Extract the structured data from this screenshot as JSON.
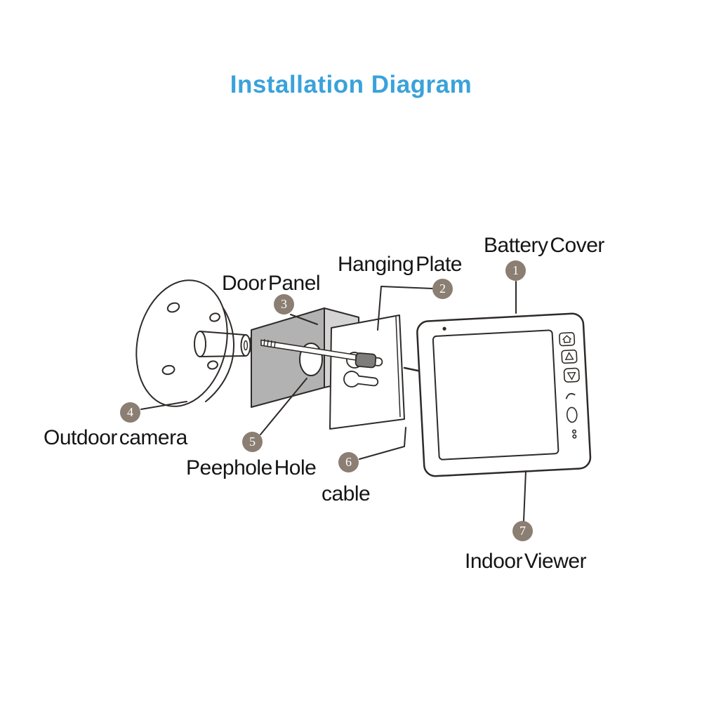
{
  "title": "Installation Diagram",
  "colors": {
    "title": "#3aa2da",
    "badge": "#8b7e72",
    "panel_front": "#b2b2b2",
    "panel_side": "#d4d4d4",
    "screw_head": "#7d7d7d",
    "line": "#2e2a28"
  },
  "parts": [
    {
      "num": "1",
      "label": "Battery Cover"
    },
    {
      "num": "2",
      "label": "Hanging Plate"
    },
    {
      "num": "3",
      "label": "Door Panel"
    },
    {
      "num": "4",
      "label": "Outdoor camera"
    },
    {
      "num": "5",
      "label": "Peephole Hole"
    },
    {
      "num": "6",
      "label": "cable"
    },
    {
      "num": "7",
      "label": "Indoor Viewer"
    }
  ]
}
